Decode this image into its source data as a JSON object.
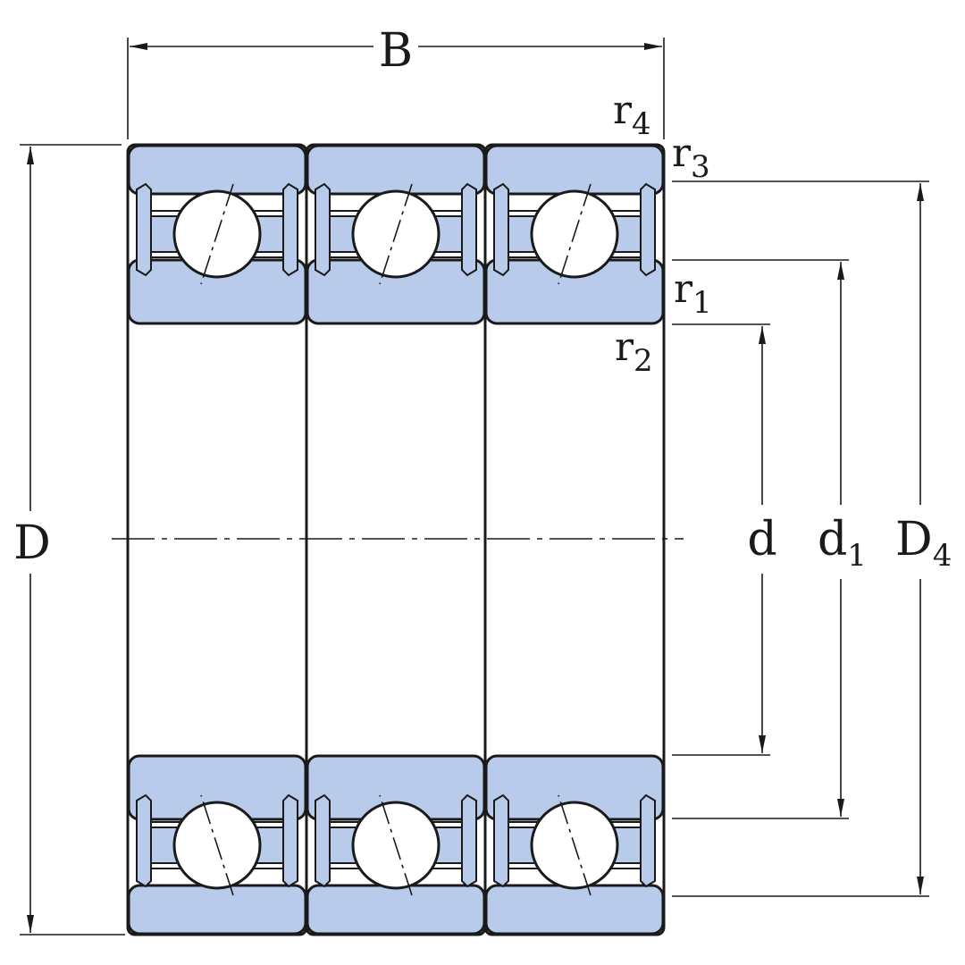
{
  "labels": {
    "B": "B",
    "D": "D",
    "d": "d",
    "d1": {
      "base": "d",
      "sub": "1"
    },
    "D4": {
      "base": "D",
      "sub": "4"
    },
    "r1": {
      "base": "r",
      "sub": "1"
    },
    "r2": {
      "base": "r",
      "sub": "2"
    },
    "r3": {
      "base": "r",
      "sub": "3"
    },
    "r4": {
      "base": "r",
      "sub": "4"
    }
  },
  "colors": {
    "ring_fill": "#b8cbea",
    "line": "#1a1a1a",
    "ball_fill": "#ffffff"
  },
  "rows": 3
}
